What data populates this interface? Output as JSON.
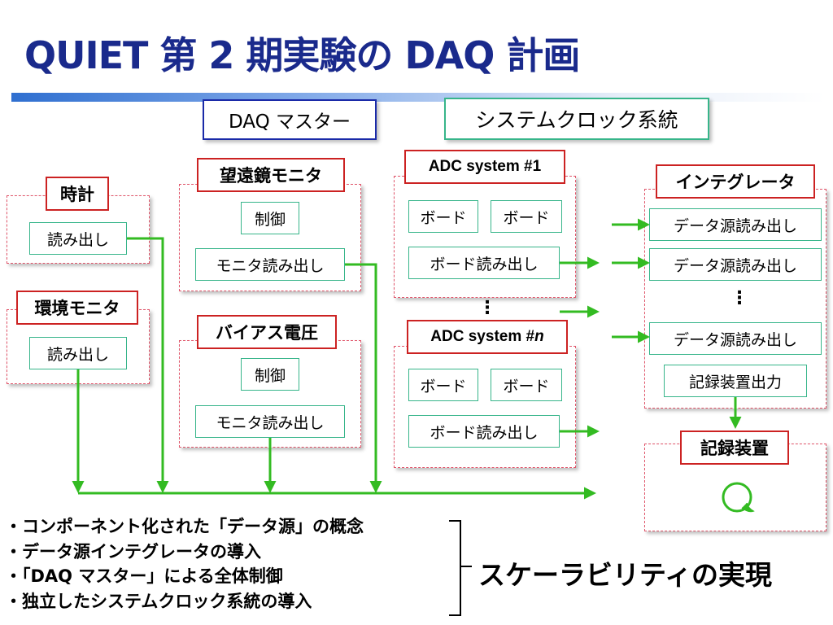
{
  "title": "QUIET 第 2 期実験の DAQ 計画",
  "daq_master": "DAQ マスター",
  "clock_system": "システムクロック系統",
  "clock": {
    "label": "時計",
    "readout": "読み出し"
  },
  "env_monitor": {
    "label": "環境モニタ",
    "readout": "読み出し"
  },
  "telescope_monitor": {
    "label": "望遠鏡モニタ",
    "control": "制御",
    "readout": "モニタ読み出し"
  },
  "bias_voltage": {
    "label": "バイアス電圧",
    "control": "制御",
    "readout": "モニタ読み出し"
  },
  "adc1": {
    "label": "ADC system #1",
    "board1": "ボード",
    "board2": "ボード",
    "readout": "ボード読み出し"
  },
  "adcn": {
    "label_prefix": "ADC system #",
    "label_n": "n",
    "board1": "ボード",
    "board2": "ボード",
    "readout": "ボード読み出し"
  },
  "ellipsis": "⋮",
  "integrator": {
    "label": "インテグレータ",
    "items": [
      "データ源読み出し",
      "データ源読み出し",
      "データ源読み出し"
    ],
    "recorder_output": "記録装置出力"
  },
  "recorder": {
    "label": "記録装置"
  },
  "bullets": [
    "・コンポーネント化された「データ源」の概念",
    "・データ源インテグレータの導入",
    "・「DAQ マスター」による全体制御",
    "・独立したシステムクロック系統の導入"
  ],
  "result": "スケーラビリティの実現",
  "colors": {
    "title": "#1a2a8c",
    "arrow": "#33bb22",
    "red_border": "#cc2222",
    "teal_border": "#37b58a",
    "blue_border": "#1a2aa8"
  }
}
